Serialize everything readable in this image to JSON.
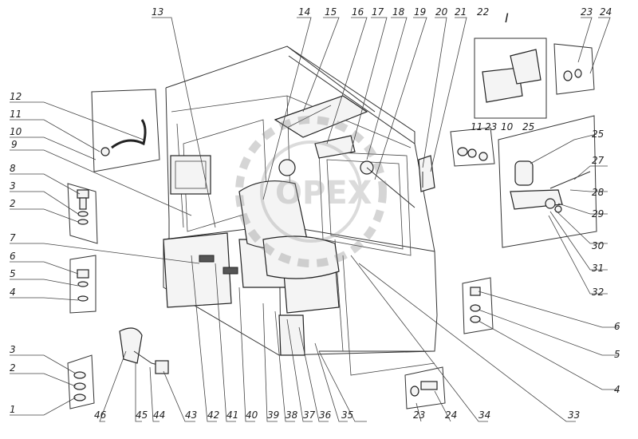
{
  "diagram": {
    "view_label": "I",
    "watermark": "OPEX",
    "callouts": [
      {
        "id": "c13",
        "text": "13"
      },
      {
        "id": "c14",
        "text": "14"
      },
      {
        "id": "c15",
        "text": "15"
      },
      {
        "id": "c16",
        "text": "16"
      },
      {
        "id": "c17",
        "text": "17"
      },
      {
        "id": "c18",
        "text": "18"
      },
      {
        "id": "c19",
        "text": "19"
      },
      {
        "id": "c20",
        "text": "20"
      },
      {
        "id": "c21",
        "text": "21"
      },
      {
        "id": "c22",
        "text": "22"
      },
      {
        "id": "c23a",
        "text": "23"
      },
      {
        "id": "c24a",
        "text": "24"
      },
      {
        "id": "c12",
        "text": "12"
      },
      {
        "id": "c11a",
        "text": "11"
      },
      {
        "id": "c10a",
        "text": "10"
      },
      {
        "id": "c9",
        "text": "9"
      },
      {
        "id": "c8",
        "text": "8"
      },
      {
        "id": "c3a",
        "text": "3"
      },
      {
        "id": "c2a",
        "text": "2"
      },
      {
        "id": "c7",
        "text": "7"
      },
      {
        "id": "c6a",
        "text": "6"
      },
      {
        "id": "c5a",
        "text": "5"
      },
      {
        "id": "c4a",
        "text": "4"
      },
      {
        "id": "c3b",
        "text": "3"
      },
      {
        "id": "c2b",
        "text": "2"
      },
      {
        "id": "c1",
        "text": "1"
      },
      {
        "id": "c11b",
        "text": "11"
      },
      {
        "id": "c23b",
        "text": "23"
      },
      {
        "id": "c10b",
        "text": "10"
      },
      {
        "id": "c25a",
        "text": "25"
      },
      {
        "id": "c25b",
        "text": "25"
      },
      {
        "id": "c27",
        "text": "27"
      },
      {
        "id": "c28",
        "text": "28"
      },
      {
        "id": "c29",
        "text": "29"
      },
      {
        "id": "c30",
        "text": "30"
      },
      {
        "id": "c31",
        "text": "31"
      },
      {
        "id": "c32",
        "text": "32"
      },
      {
        "id": "c6b",
        "text": "6"
      },
      {
        "id": "c5b",
        "text": "5"
      },
      {
        "id": "c4b",
        "text": "4"
      },
      {
        "id": "c46",
        "text": "46"
      },
      {
        "id": "c45",
        "text": "45"
      },
      {
        "id": "c44",
        "text": "44"
      },
      {
        "id": "c43",
        "text": "43"
      },
      {
        "id": "c42",
        "text": "42"
      },
      {
        "id": "c41",
        "text": "41"
      },
      {
        "id": "c40",
        "text": "40"
      },
      {
        "id": "c39",
        "text": "39"
      },
      {
        "id": "c38",
        "text": "38"
      },
      {
        "id": "c37",
        "text": "37"
      },
      {
        "id": "c36",
        "text": "36"
      },
      {
        "id": "c35",
        "text": "35"
      },
      {
        "id": "c23c",
        "text": "23"
      },
      {
        "id": "c24c",
        "text": "24"
      },
      {
        "id": "c34",
        "text": "34"
      },
      {
        "id": "c33",
        "text": "33"
      }
    ]
  }
}
